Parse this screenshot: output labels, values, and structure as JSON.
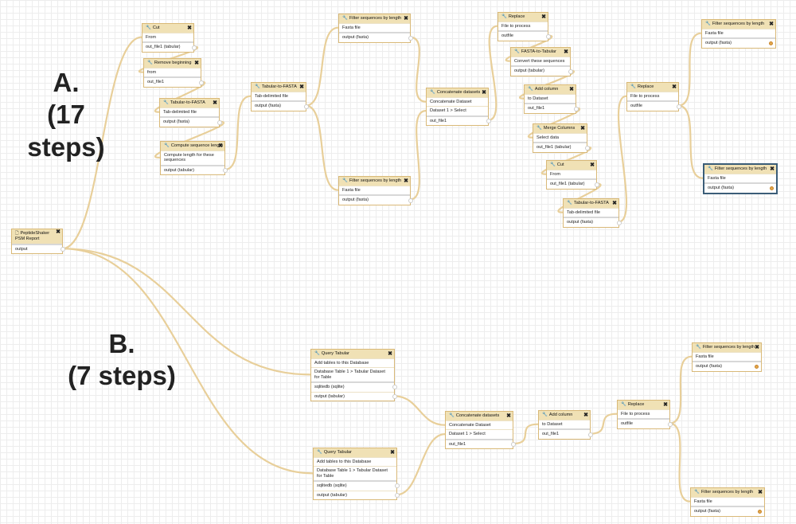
{
  "labels": {
    "a": {
      "title": "A.",
      "steps": "(17 steps)"
    },
    "b": {
      "title": "B.",
      "steps": "(7 steps)"
    }
  },
  "icons": {
    "tool": "wrench-icon",
    "close": "close-icon",
    "input": "document-icon"
  },
  "colors": {
    "node_header": "#f0e1b5",
    "node_border": "#d9b978",
    "wire": "#e8cf9a",
    "selected_border": "#3b5d78",
    "active_port": "#e4a84b"
  },
  "nodes": [
    {
      "title": "Cut",
      "icon": "wrench",
      "inputs": [
        "From"
      ],
      "outputs": [
        "out_file1 (tabular)"
      ]
    },
    {
      "title": "Remove beginning",
      "icon": "wrench",
      "inputs": [
        "from"
      ],
      "outputs": [
        "out_file1"
      ]
    },
    {
      "title": "Tabular-to-FASTA",
      "icon": "wrench",
      "inputs": [
        "Tab-delimited file"
      ],
      "outputs": [
        "output (fasta)"
      ]
    },
    {
      "title": "Compute sequence length",
      "icon": "wrench",
      "inputs": [
        "Compute length for these sequences"
      ],
      "outputs": [
        "output (tabular)"
      ]
    },
    {
      "title": "Tabular-to-FASTA",
      "icon": "wrench",
      "inputs": [
        "Tab-delimited file"
      ],
      "outputs": [
        "output (fasta)"
      ]
    },
    {
      "title": "Filter sequences by length",
      "icon": "wrench",
      "inputs": [
        "Fasta file"
      ],
      "outputs": [
        "output (fasta)"
      ]
    },
    {
      "title": "Filter sequences by length",
      "icon": "wrench",
      "inputs": [
        "Fasta file"
      ],
      "outputs": [
        "output (fasta)"
      ]
    },
    {
      "title": "Concatenate datasets",
      "icon": "wrench",
      "inputs": [
        "Concatenate Dataset",
        "Dataset 1 > Select"
      ],
      "outputs": [
        "out_file1"
      ]
    },
    {
      "title": "Replace",
      "icon": "wrench",
      "inputs": [
        "File to process"
      ],
      "outputs": [
        "outfile"
      ]
    },
    {
      "title": "FASTA-to-Tabular",
      "icon": "wrench",
      "inputs": [
        "Convert these sequences"
      ],
      "outputs": [
        "output (tabular)"
      ]
    },
    {
      "title": "Add column",
      "icon": "wrench",
      "inputs": [
        "to Dataset"
      ],
      "outputs": [
        "out_file1"
      ]
    },
    {
      "title": "Merge Columns",
      "icon": "wrench",
      "inputs": [
        "Select data"
      ],
      "outputs": [
        "out_file1 (tabular)"
      ]
    },
    {
      "title": "Cut",
      "icon": "wrench",
      "inputs": [
        "From"
      ],
      "outputs": [
        "out_file1 (tabular)"
      ]
    },
    {
      "title": "Tabular-to-FASTA",
      "icon": "wrench",
      "inputs": [
        "Tab-delimited file"
      ],
      "outputs": [
        "output (fasta)"
      ]
    },
    {
      "title": "Replace",
      "icon": "wrench",
      "inputs": [
        "File to process"
      ],
      "outputs": [
        "outfile"
      ]
    },
    {
      "title": "Filter sequences by length",
      "icon": "wrench",
      "inputs": [
        "Fasta file"
      ],
      "outputs": [
        "output (fasta)"
      ]
    },
    {
      "title": "Filter sequences by length",
      "icon": "wrench",
      "inputs": [
        "Fasta file"
      ],
      "outputs": [
        "output (fasta)"
      ]
    },
    {
      "title": "PeptideShaker PSM Report",
      "icon": "document",
      "inputs": [],
      "outputs": [
        "output"
      ]
    },
    {
      "title": "Query Tabular",
      "icon": "wrench",
      "inputs": [
        "Add tables to this Database",
        "Database Table 1 > Tabular Dataset for Table"
      ],
      "outputs": [
        "sqlitedb (sqlite)",
        "output (tabular)"
      ]
    },
    {
      "title": "Query Tabular",
      "icon": "wrench",
      "inputs": [
        "Add tables to this Database",
        "Database Table 1 > Tabular Dataset for Table"
      ],
      "outputs": [
        "sqlitedb (sqlite)",
        "output (tabular)"
      ]
    },
    {
      "title": "Concatenate datasets",
      "icon": "wrench",
      "inputs": [
        "Concatenate Dataset",
        "Dataset 1 > Select"
      ],
      "outputs": [
        "out_file1"
      ]
    },
    {
      "title": "Add column",
      "icon": "wrench",
      "inputs": [
        "to Dataset"
      ],
      "outputs": [
        "out_file1"
      ]
    },
    {
      "title": "Replace",
      "icon": "wrench",
      "inputs": [
        "File to process"
      ],
      "outputs": [
        "outfile"
      ]
    },
    {
      "title": "Filter sequences by length",
      "icon": "wrench",
      "inputs": [
        "Fasta file"
      ],
      "outputs": [
        "output (fasta)"
      ]
    },
    {
      "title": "Filter sequences by length",
      "icon": "wrench",
      "inputs": [
        "Fasta file"
      ],
      "outputs": [
        "output (fasta)"
      ]
    }
  ]
}
